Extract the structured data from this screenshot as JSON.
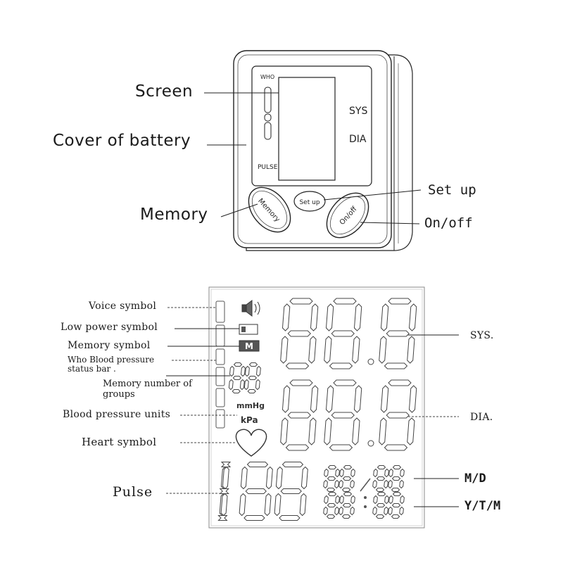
{
  "device": {
    "screen_indicators": {
      "who": "WHO",
      "pulse": "PULSE",
      "sys": "SYS",
      "dia": "DIA"
    },
    "buttons": {
      "memory": "Memory",
      "setup": "Set up",
      "onoff": "On/off"
    },
    "callouts": {
      "screen": "Screen",
      "battery": "Cover of battery",
      "memory": "Memory",
      "setup": "Set up",
      "onoff": "On/off"
    }
  },
  "lcd": {
    "labels": {
      "voice": "Voice symbol",
      "low_power": "Low power symbol",
      "memory_symbol": "Memory symbol",
      "who_bar": "Who Blood pressure status bar .",
      "memory_groups": "Memory number of groups",
      "units": "Blood pressure units",
      "heart": "Heart symbol",
      "pulse": "Pulse",
      "sys": "SYS.",
      "dia": "DIA.",
      "md": "M/D",
      "ytm": "Y/T/M"
    },
    "units": {
      "mmhg": "mmHg",
      "kpa": "kPa"
    },
    "memory_icon_letter": "M",
    "segments": {
      "sys": "88.8",
      "dia": "88.8",
      "memory_group": "88",
      "pulse": "188",
      "md": "88/88",
      "ytm": "88:88"
    }
  }
}
